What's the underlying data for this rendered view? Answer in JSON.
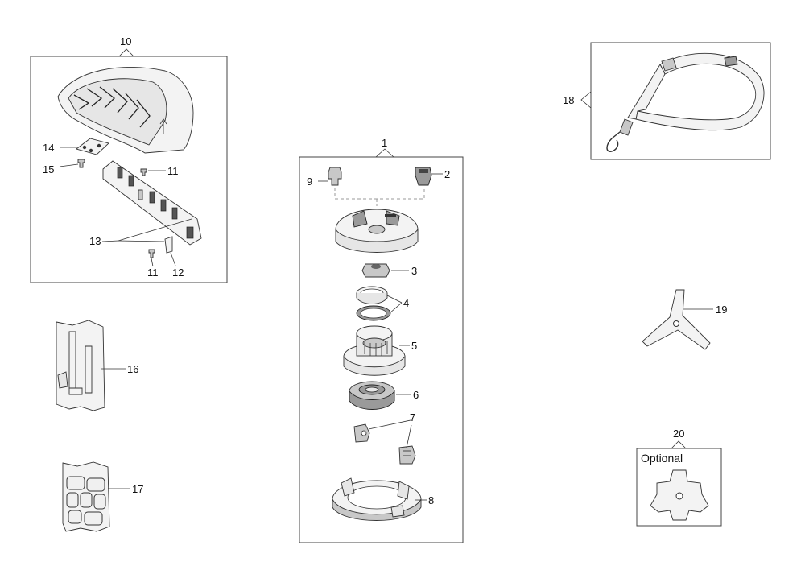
{
  "callouts": {
    "c1": "1",
    "c2": "2",
    "c3": "3",
    "c4": "4",
    "c5": "5",
    "c6": "6",
    "c7": "7",
    "c8": "8",
    "c9": "9",
    "c10": "10",
    "c11a": "11",
    "c11b": "11",
    "c12": "12",
    "c13": "13",
    "c14": "14",
    "c15": "15",
    "c16": "16",
    "c17": "17",
    "c18": "18",
    "c19": "19",
    "c20": "20"
  },
  "optional_label": "Optional"
}
